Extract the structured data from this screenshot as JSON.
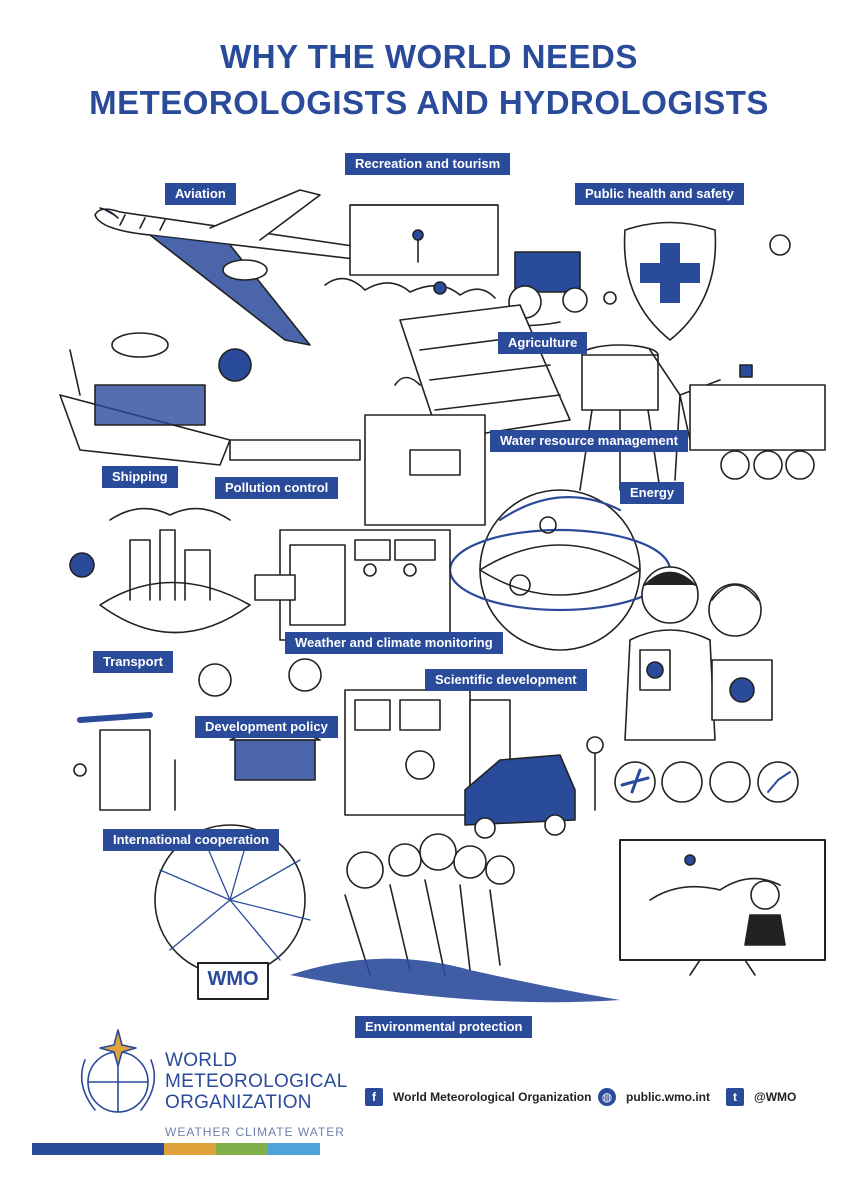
{
  "title": {
    "line1": "WHY THE WORLD NEEDS",
    "line2": "METEOROLOGISTS AND HYDROLOGISTS"
  },
  "labels": {
    "recreation": "Recreation and tourism",
    "aviation": "Aviation",
    "public_health": "Public health and safety",
    "agriculture": "Agriculture",
    "water_resource": "Water resource management",
    "shipping": "Shipping",
    "pollution": "Pollution control",
    "energy": "Energy",
    "weather_climate": "Weather and climate monitoring",
    "transport": "Transport",
    "scientific": "Scientific development",
    "development_policy": "Development policy",
    "international": "International cooperation",
    "environmental": "Environmental protection"
  },
  "wmo_sign": "WMO",
  "footer": {
    "org_line1": "WORLD",
    "org_line2": "METEOROLOGICAL",
    "org_line3": "ORGANIZATION",
    "tagline": "WEATHER  CLIMATE  WATER",
    "facebook_icon_glyph": "f",
    "facebook_text": "World Meteorological Organization",
    "web_text": "public.wmo.int",
    "twitter_icon_glyph": "t",
    "twitter_text": "@WMO",
    "bar_colors": [
      "#2a4a9a",
      "#e0a23a",
      "#7fb04a",
      "#4fa3d9"
    ]
  },
  "colors": {
    "brand_blue": "#2a4a9a",
    "ink": "#222222"
  }
}
